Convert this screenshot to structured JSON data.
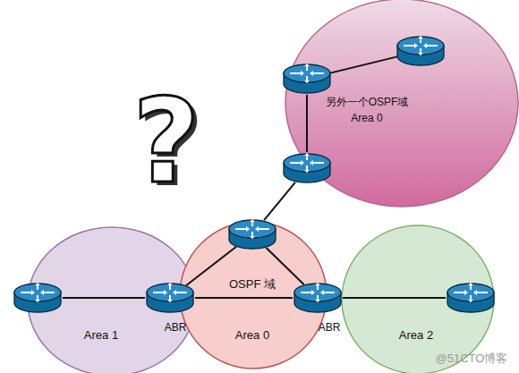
{
  "diagram": {
    "nodes": [
      {
        "text": [
          "另外一个OSPF域",
          "Area 0"
        ]
      },
      {
        "text": [],
        "in": 0
      },
      {
        "text": [],
        "in": 0
      },
      {
        "text": [],
        "in": 0
      },
      {
        "text": [
          "Area 1"
        ]
      },
      {
        "text": [],
        "in": 4
      },
      {
        "text": [
          "OSPF 域",
          "Area 0"
        ]
      },
      {
        "text": [],
        "in": 6
      },
      {
        "text": [
          "ABR"
        ],
        "in": 6
      },
      {
        "text": [
          "ABR"
        ],
        "in": 6
      },
      {
        "text": [
          "Area 2"
        ]
      },
      {
        "text": [],
        "in": 10
      }
    ],
    "edges": [
      {
        "from": 1,
        "to": 2,
        "arrow": "none"
      },
      {
        "from": 1,
        "to": 3,
        "arrow": "none"
      },
      {
        "from": 3,
        "to": 7,
        "arrow": "none"
      },
      {
        "from": 7,
        "to": 8,
        "arrow": "none"
      },
      {
        "from": 7,
        "to": 9,
        "arrow": "none"
      },
      {
        "from": 8,
        "to": 9,
        "arrow": "none"
      },
      {
        "from": 5,
        "to": 8,
        "arrow": "none"
      },
      {
        "from": 9,
        "to": 11,
        "arrow": "none"
      }
    ],
    "labels": [
      "?",
      "@51CTO博客"
    ]
  }
}
